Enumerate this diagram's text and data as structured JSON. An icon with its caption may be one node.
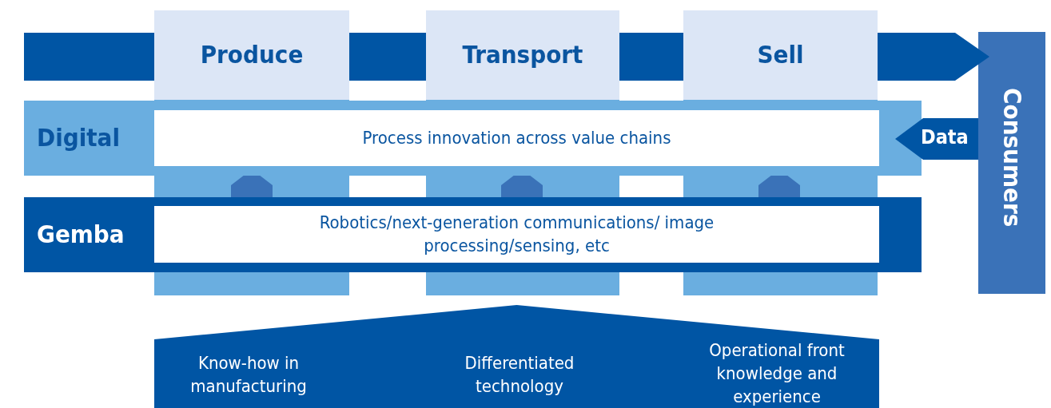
{
  "diagram": {
    "nodes": [
      {
        "text": [
          "Produce"
        ]
      },
      {
        "text": [
          "Transport"
        ]
      },
      {
        "text": [
          "Sell"
        ]
      },
      {
        "text": [
          "Digital"
        ]
      },
      {
        "text": [
          "Process innovation across value chains"
        ],
        "in": 3
      },
      {
        "text": [
          "Gemba"
        ]
      },
      {
        "text": [
          "Robotics/next-generation communications/ image processing/sensing, etc"
        ],
        "in": 5
      },
      {
        "text": [
          "Consumers"
        ]
      },
      {
        "text": [
          "Know-how in manufacturing",
          "Differentiated technology",
          "Operational front knowledge and experience"
        ]
      }
    ],
    "edges": [
      {
        "from": null,
        "to": 0,
        "arrow": "none"
      },
      {
        "from": 0,
        "to": 1,
        "arrow": "none"
      },
      {
        "from": 1,
        "to": 2,
        "arrow": "none"
      },
      {
        "from": 2,
        "to": 7,
        "arrow": "to"
      },
      {
        "from": 7,
        "to": 3,
        "label": "Data",
        "arrow": "to"
      },
      {
        "from": 5,
        "to": 3,
        "arrow": "to"
      },
      {
        "from": 5,
        "to": 3,
        "arrow": "to"
      },
      {
        "from": 5,
        "to": 3,
        "arrow": "to"
      }
    ]
  }
}
